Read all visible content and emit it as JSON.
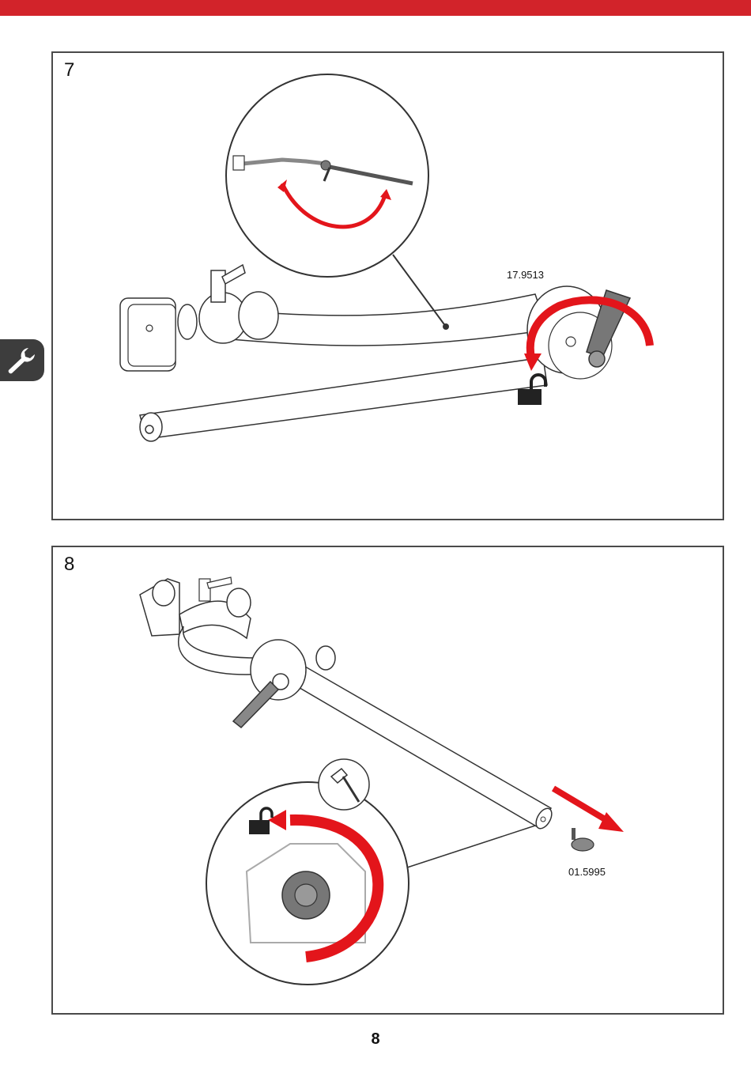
{
  "header": {
    "bar_color": "#d2232a"
  },
  "side_tab": {
    "icon": "wrench-icon",
    "color": "#3d3d3d"
  },
  "steps": [
    {
      "number": "7",
      "part_label": "17.9513",
      "icons": [
        "unlock-icon",
        "rotate-arrow-icon"
      ]
    },
    {
      "number": "8",
      "part_label": "01.5995",
      "icons": [
        "unlock-icon",
        "hex-key-icon",
        "pull-arrow-icon"
      ]
    }
  ],
  "colors": {
    "arrow": "#e3151b",
    "line": "#333333",
    "lock": "#222222"
  },
  "page_number": "8"
}
